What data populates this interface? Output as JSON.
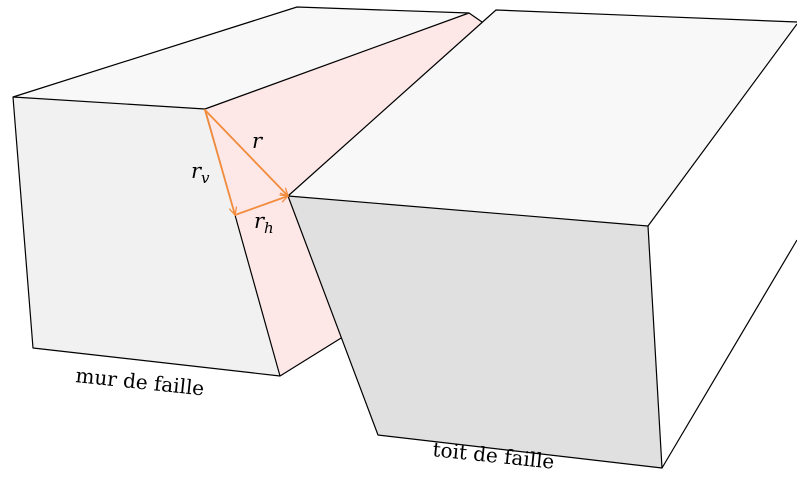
{
  "labels": {
    "footwall": "mur de faille",
    "hangingwall": "toit de faille",
    "slip": "r",
    "vertical_base": "r",
    "vertical_sub": "v",
    "horizontal_base": "r",
    "horizontal_sub": "h"
  },
  "colors": {
    "fault_plane": "#fde7e7",
    "vector": "#f28c3c",
    "footwall_front": "#f1f1f1",
    "footwall_top": "#f8f8f8",
    "hangingwall_front": "#e0e0e0",
    "hangingwall_top": "#f8f8f8",
    "hangingwall_side": "#ffffff",
    "edge": "#000000"
  }
}
